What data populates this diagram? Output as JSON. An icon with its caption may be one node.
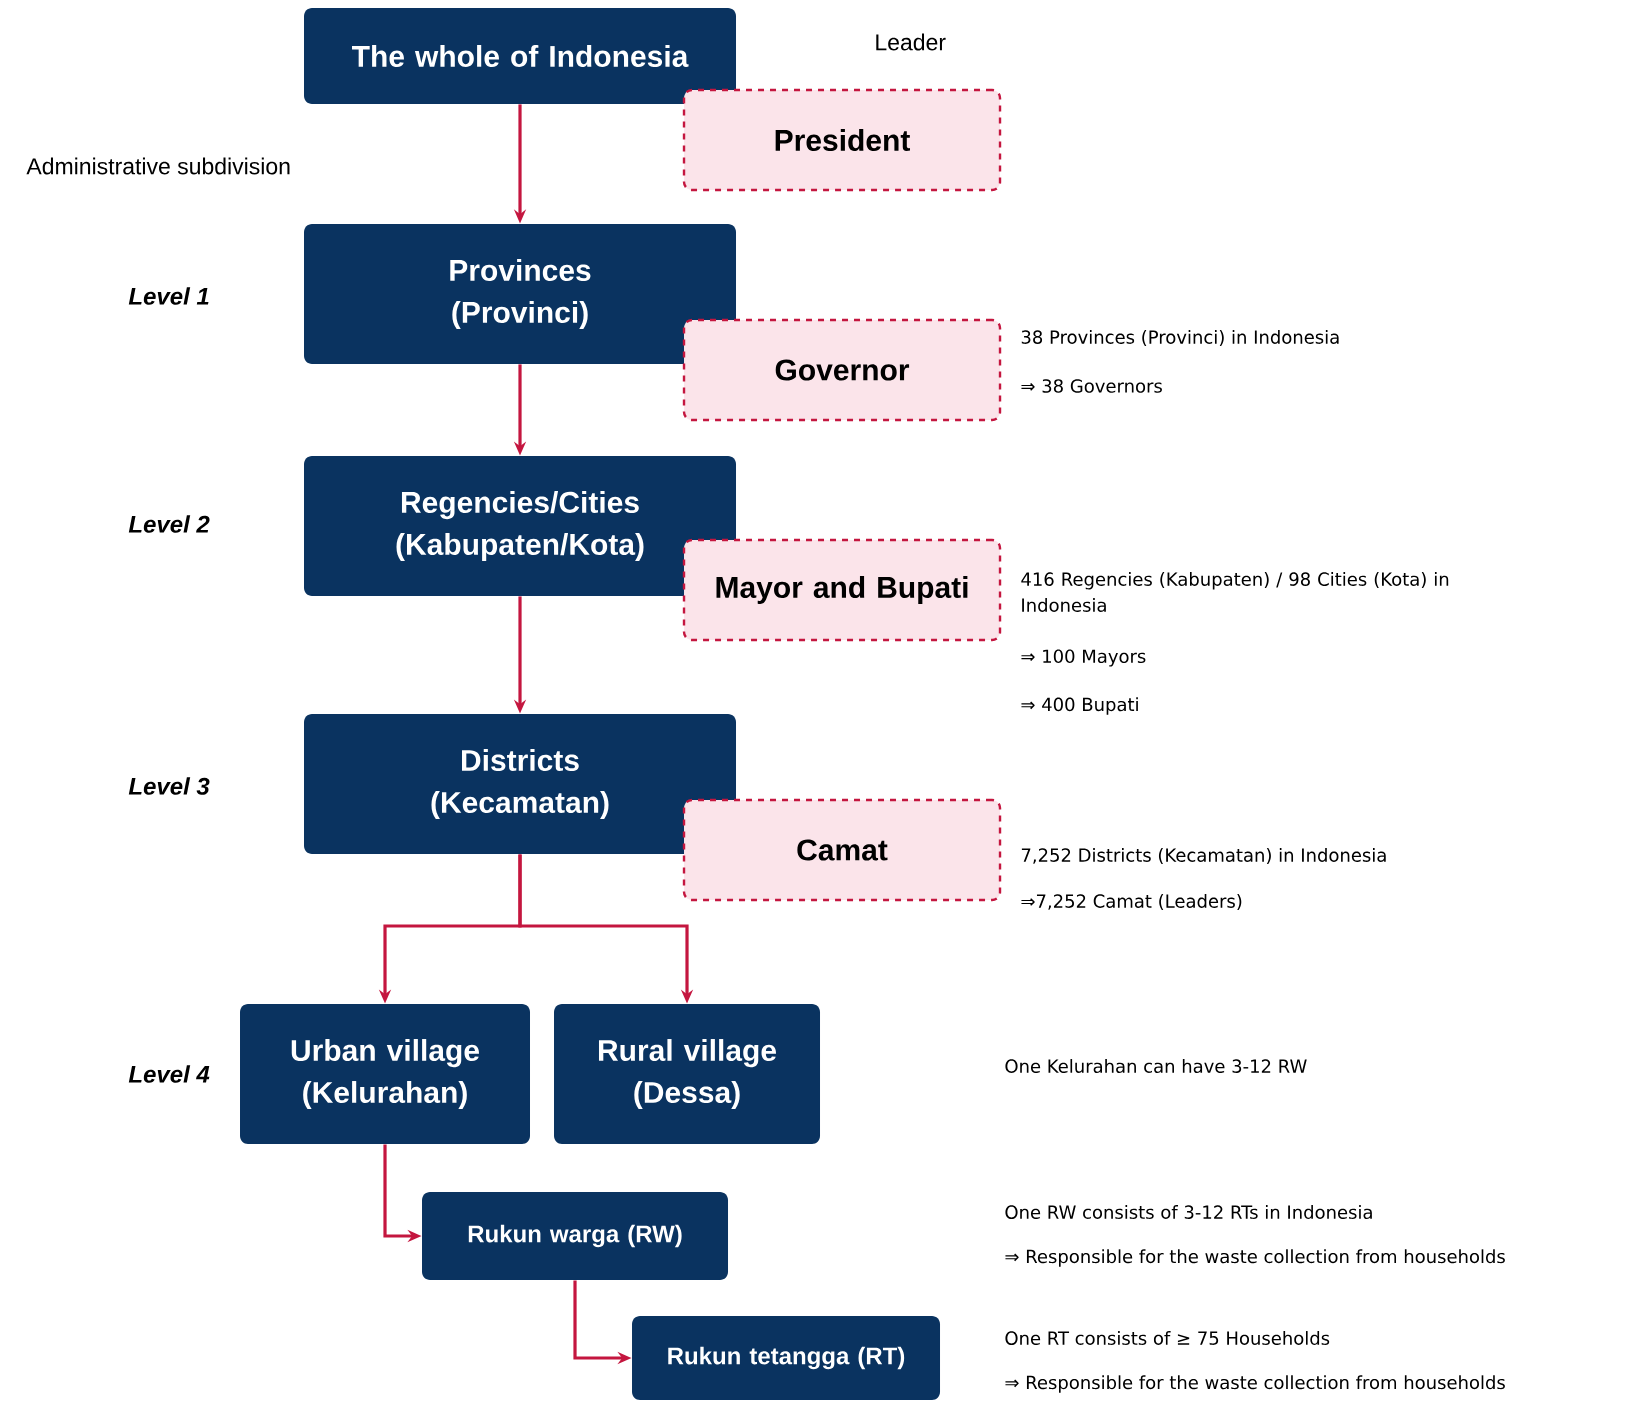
{
  "diagram": {
    "nodes": [
      {
        "text": [
          "The whole of Indonesia"
        ]
      },
      {
        "text": [
          "President"
        ]
      },
      {
        "text": [
          "Provinces (Provinci)"
        ]
      },
      {
        "text": [
          "Governor"
        ]
      },
      {
        "text": [
          "Regencies/Cities (Kabupaten/Kota)"
        ]
      },
      {
        "text": [
          "Mayor and Bupati"
        ]
      },
      {
        "text": [
          "Districts (Kecamatan)"
        ]
      },
      {
        "text": [
          "Camat"
        ]
      },
      {
        "text": [
          "Urban village (Kelurahan)"
        ]
      },
      {
        "text": [
          "Rural village (Dessa)"
        ]
      },
      {
        "text": [
          "Rukun warga (RW)"
        ]
      },
      {
        "text": [
          "Rukun tetangga (RT)"
        ]
      }
    ],
    "edges": [
      {
        "from": 0,
        "to": 2,
        "arrow": "to"
      },
      {
        "from": 2,
        "to": 4,
        "arrow": "to"
      },
      {
        "from": 4,
        "to": 6,
        "arrow": "to"
      },
      {
        "from": 6,
        "to": 8,
        "arrow": "to"
      },
      {
        "from": 6,
        "to": 9,
        "arrow": "to"
      },
      {
        "from": 8,
        "to": 10,
        "arrow": "to"
      },
      {
        "from": 10,
        "to": 11,
        "arrow": "to"
      }
    ],
    "labels": [
      "Leader",
      "Administrative subdivision",
      "Level 1",
      "38 Provinces (Provinci) in Indonesia",
      "⇒ 38 Governors",
      "Level 2",
      "416 Regencies (Kabupaten) / 98 Cities (Kota) in Indonesia",
      "⇒ 100 Mayors",
      "⇒ 400 Bupati",
      "Level 3",
      "7,252 Districts (Kecamatan) in Indonesia",
      "⇒7,252 Camat (Leaders)",
      "Level 4",
      "One Kelurahan can have 3-12 RW",
      "One RW consists of 3-12 RTs in Indonesia",
      "⇒ Responsible for the waste collection from households",
      "One RT consists of ≥ 75 Households",
      "⇒ Responsible for the waste collection from households"
    ]
  }
}
